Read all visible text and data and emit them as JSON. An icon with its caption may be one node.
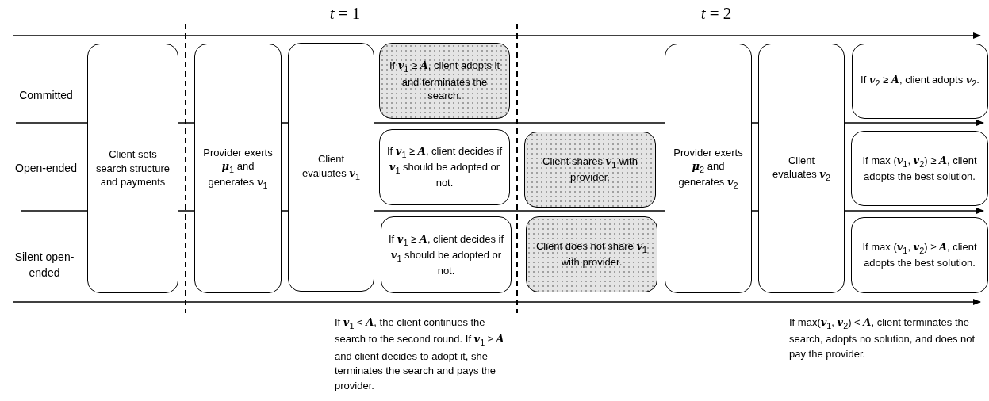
{
  "diagram": {
    "nodes": [
      {
        "text": [
          "Client sets search structure and payments"
        ]
      },
      {
        "text": [
          "Provider exerts *μ*$_{1}$ and generates *v*$_{1}$"
        ]
      },
      {
        "text": [
          "Client evaluates *v*$_{1}$"
        ]
      },
      {
        "text": [
          "If *v*$_{1}$ ≥ *A*, client adopts it and terminates the search."
        ]
      },
      {
        "text": [
          "If *v*$_{1}$ ≥ *A*, client decides if *v*$_{1}$ should be adopted or not."
        ]
      },
      {
        "text": [
          "If *v*$_{1}$ ≥ *A*, client decides if *v*$_{1}$ should be adopted or not."
        ]
      },
      {
        "text": [
          "Client shares *v*$_{1}$ with provider."
        ]
      },
      {
        "text": [
          "Client does not share *v*$_{1}$ with provider."
        ]
      },
      {
        "text": [
          "Provider exerts *μ*$_{2}$ and generates *v*$_{2}$"
        ]
      },
      {
        "text": [
          "Client evaluates *v*$_{2}$"
        ]
      },
      {
        "text": [
          "If *v*$_{2}$ ≥ *A*, client adopts *v*$_{2}$."
        ]
      },
      {
        "text": [
          "If max (*v*$_{1}$, *v*$_{2}$) ≥ *A*, client adopts the best solution."
        ]
      },
      {
        "text": [
          "If max (*v*$_{1}$, *v*$_{2}$) ≥ *A*, client adopts the best solution."
        ]
      }
    ],
    "labels": [
      "*t* = 1",
      "*t* = 2",
      "Committed",
      "Open-ended",
      "Silent open-ended",
      "If *v*$_{1}$ < *A*, the client continues the search to the second round. If *v*$_{1}$ ≥ *A* and client decides to adopt it, she terminates the search and pays the provider.",
      "If max(*v*$_{1}$, *v*$_{2}$) < *A*, client terminates the search, adopts no solution, and does not pay the provider."
    ]
  }
}
